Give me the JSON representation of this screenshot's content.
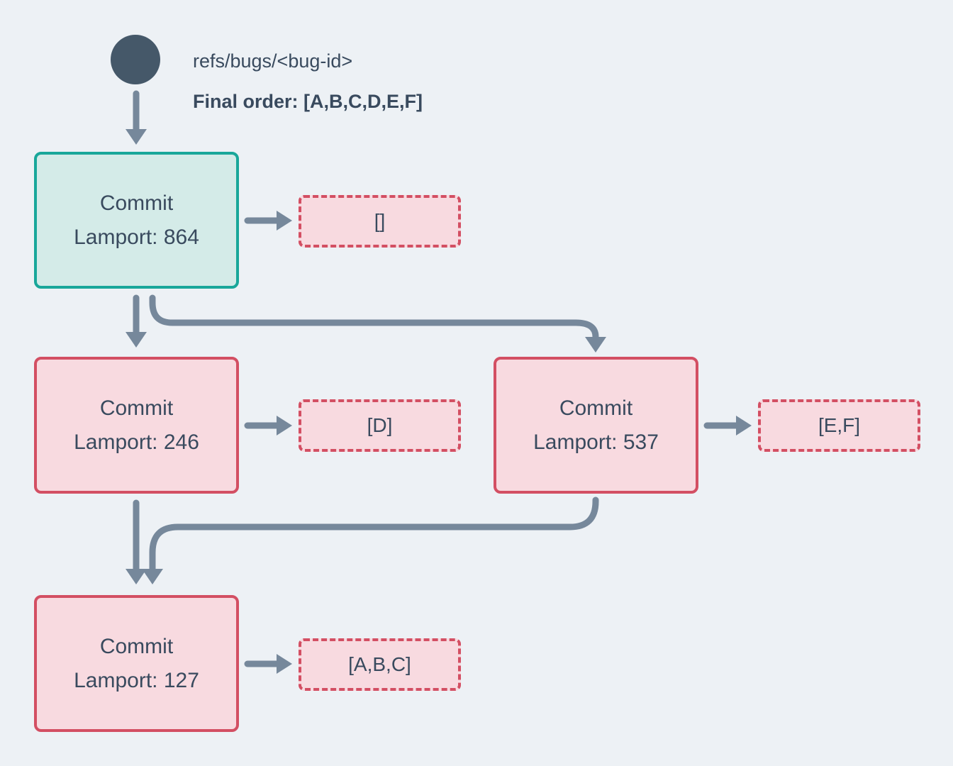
{
  "header": {
    "ref_label": "refs/bugs/<bug-id>",
    "final_order": "Final order: [A,B,C,D,E,F]"
  },
  "nodes": {
    "commit864": {
      "title": "Commit",
      "lamport": "Lamport: 864",
      "status": "resolved"
    },
    "commit246": {
      "title": "Commit",
      "lamport": "Lamport: 246",
      "status": "unresolved"
    },
    "commit537": {
      "title": "Commit",
      "lamport": "Lamport: 537",
      "status": "unresolved"
    },
    "commit127": {
      "title": "Commit",
      "lamport": "Lamport: 127",
      "status": "unresolved"
    }
  },
  "results": {
    "of864": "[]",
    "of246": "[D]",
    "of537": "[E,F]",
    "of127": "[A,B,C]"
  },
  "colors": {
    "bg": "#edf1f5",
    "ink": "#394a5e",
    "slate": "#455869",
    "edge": "#76889b",
    "teal_border": "#19a79a",
    "teal_fill": "#d4ebe8",
    "red_border": "#d34f63",
    "pink_fill": "#f8dae0"
  }
}
